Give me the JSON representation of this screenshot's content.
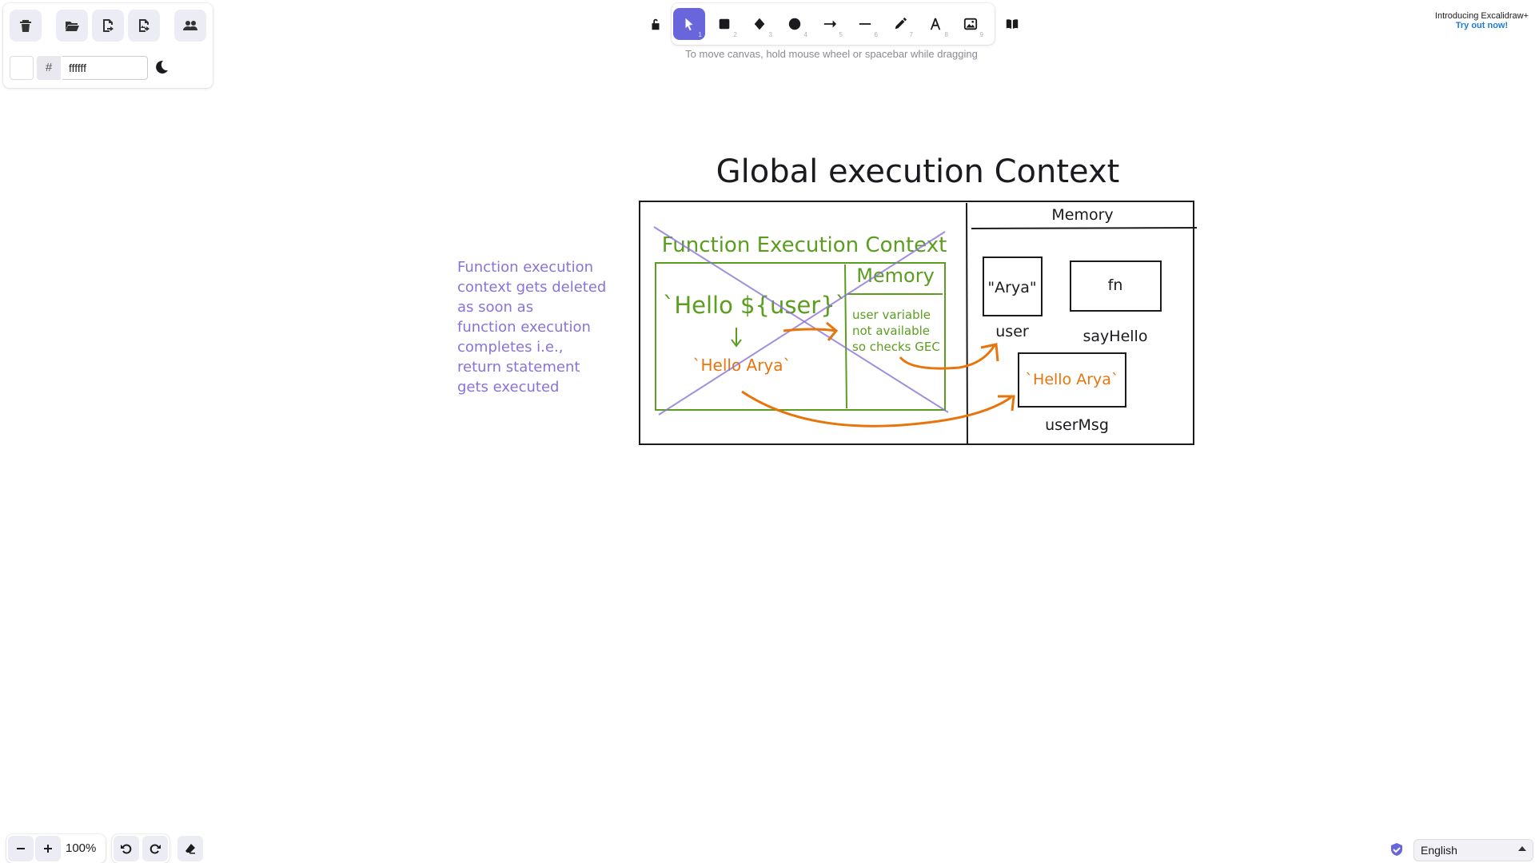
{
  "toolbar_top_left": {
    "bg_hex_prefix": "#",
    "bg_hex_value": "ffffff"
  },
  "main_toolbar": {
    "tools": [
      {
        "name": "lock",
        "num": ""
      },
      {
        "name": "selection",
        "num": "1"
      },
      {
        "name": "rectangle",
        "num": "2"
      },
      {
        "name": "diamond",
        "num": "3"
      },
      {
        "name": "ellipse",
        "num": "4"
      },
      {
        "name": "arrow",
        "num": "5"
      },
      {
        "name": "line",
        "num": "6"
      },
      {
        "name": "draw",
        "num": "7"
      },
      {
        "name": "text",
        "num": "8"
      },
      {
        "name": "image",
        "num": "9"
      },
      {
        "name": "library",
        "num": ""
      }
    ],
    "hint": "To move canvas, hold mouse wheel or spacebar while dragging"
  },
  "promo": {
    "line1": "Introducing Excalidraw+",
    "line2": "Try out now!"
  },
  "canvas": {
    "title": "Global execution Context",
    "gec_memory_label": "Memory",
    "fec_title": "Function Execution Context",
    "fec_memory_label": "Memory",
    "fec_code": "`Hello ${user}`",
    "fec_result": "`Hello Arya`",
    "fec_note": [
      "user variable",
      "not available",
      "so checks GEC"
    ],
    "mem_user_value": "\"Arya\"",
    "mem_user_label": "user",
    "mem_fn_value": "fn",
    "mem_fn_label": "sayHello",
    "mem_msg_value": "`Hello Arya`",
    "mem_msg_label": "userMsg",
    "side_note": [
      "Function execution",
      "context gets deleted",
      "as soon as",
      "function execution",
      "completes i.e.,",
      "return statement",
      "gets executed"
    ]
  },
  "bottom": {
    "zoom": "100%",
    "language": "English"
  },
  "colors": {
    "accent": "#6965db",
    "green": "#5b9e1f",
    "orange": "#e8750c",
    "purple": "#8a73d6"
  }
}
